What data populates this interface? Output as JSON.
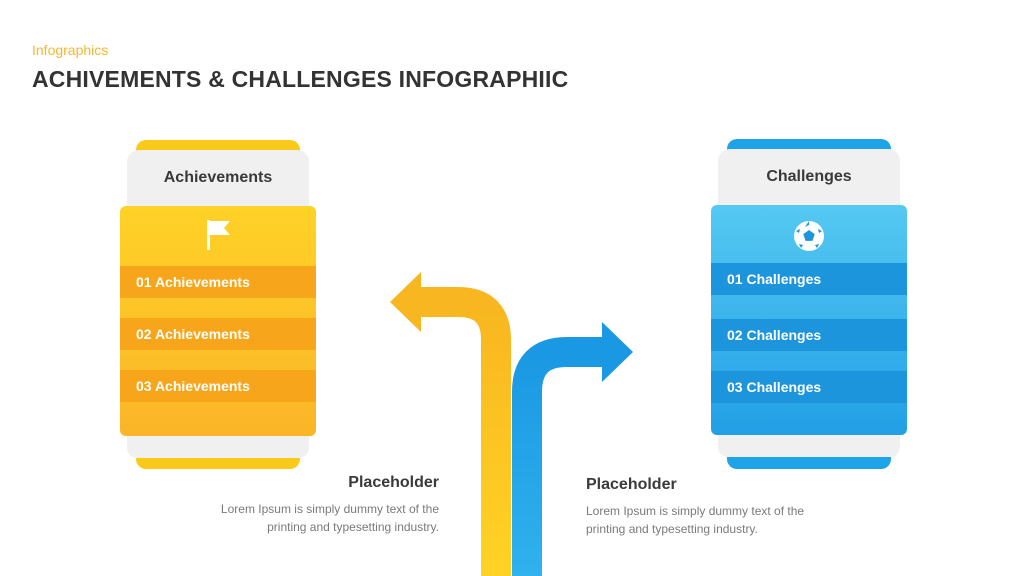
{
  "header": {
    "eyebrow": "Infographics",
    "title": "ACHIVEMENTS & CHALLENGES INFOGRAPHIIC"
  },
  "colors": {
    "accent_yellow": "#f5b82e",
    "accent_blue": "#1ea3e8",
    "title_text": "#333333",
    "body_text": "#7a7a7a"
  },
  "achievements": {
    "heading": "Achievements",
    "icon": "flag-icon",
    "items": [
      "01 Achievements",
      "02 Achievements",
      "03 Achievements"
    ]
  },
  "challenges": {
    "heading": "Challenges",
    "icon": "soccer-ball-icon",
    "items": [
      "01 Challenges",
      "02 Challenges",
      "03 Challenges"
    ]
  },
  "placeholders": {
    "left": {
      "title": "Placeholder",
      "text": "Lorem Ipsum is simply dummy text of the printing and typesetting industry."
    },
    "right": {
      "title": "Placeholder",
      "text": "Lorem Ipsum is simply dummy text of the printing and typesetting industry."
    }
  }
}
